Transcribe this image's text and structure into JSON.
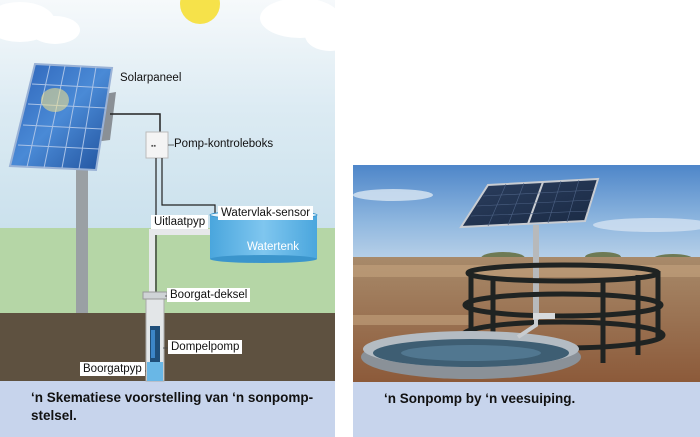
{
  "diagram": {
    "labels": {
      "solar_panel": "Solarpaneel",
      "control_box": "Pomp-kontroleboks",
      "water_level_sensor": "Watervlak-sensor",
      "outlet_pipe": "Uitlaatpyp",
      "water_tank": "Watertenk",
      "borehole_cap": "Boorgat-deksel",
      "submersible_pump": "Dompelpomp",
      "borehole_pipe": "Boorgatpyp"
    },
    "caption_line1": "‘n Skematiese voorstelling van ‘n sonpomp-",
    "caption_line2": "stelsel."
  },
  "photo": {
    "caption": "‘n Sonpomp by ‘n veesuiping."
  },
  "colors": {
    "caption_band": "#c7d4ec",
    "sky_top": "#f4f8fb",
    "grass": "#b5d6a6",
    "soil": "#5e5140",
    "tank_water": "#5fb4e6",
    "pipe": "#d9dde0"
  }
}
